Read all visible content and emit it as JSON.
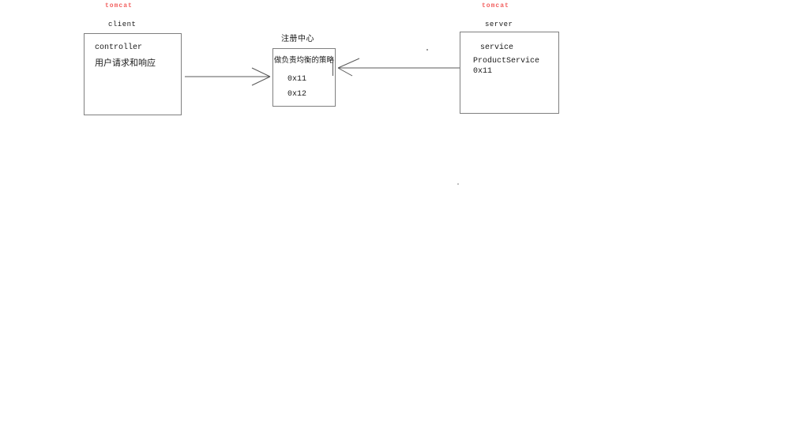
{
  "colors": {
    "background": "#ffffff",
    "tomcat_label": "#f2605f",
    "box_border": "#7f7f7f",
    "arrow": "#595959",
    "text": "#1a1a1a"
  },
  "client_node": {
    "runtime": "tomcat",
    "name": "client",
    "line1": "controller",
    "line2": "用户请求和响应"
  },
  "registry_node": {
    "name": "注册中心",
    "line1": "做负责均衡的策略",
    "entry1": "0x11",
    "entry2": "0x12"
  },
  "server_node": {
    "runtime": "tomcat",
    "name": "server",
    "line1": "service",
    "line2": "ProductService",
    "line3": "0x11"
  },
  "arrows": [
    {
      "name": "client-to-registry",
      "direction": "right"
    },
    {
      "name": "server-to-registry",
      "direction": "left"
    }
  ]
}
